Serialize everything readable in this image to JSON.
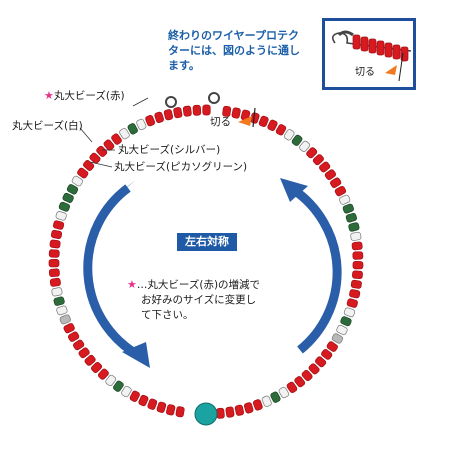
{
  "note": {
    "line1": "終わりのワイヤープロテク",
    "line2": "ターには、図のように通し",
    "line3": "ます。"
  },
  "inset": {
    "cut_label": "切る"
  },
  "cut_label": "切る",
  "labels": {
    "red_bead": "丸大ビーズ(赤)",
    "white_bead": "丸大ビーズ(白)",
    "silver_bead": "丸大ビーズ(シルバー)",
    "green_bead": "丸大ビーズ(ピカソグリーン)"
  },
  "star_symbol": "★",
  "badge": "左右対称",
  "footnote": {
    "line1": "…丸大ビーズ(赤)の増減で",
    "line2": "お好みのサイズに変更し",
    "line3": "て下さい。"
  },
  "colors": {
    "red": "#d71920",
    "green": "#2d6b3b",
    "white": "#f2f2f2",
    "silver": "#b8b8b8",
    "teal": "#1aa3a0",
    "arrow": "#2a5ea8",
    "star": "#e8338a"
  }
}
